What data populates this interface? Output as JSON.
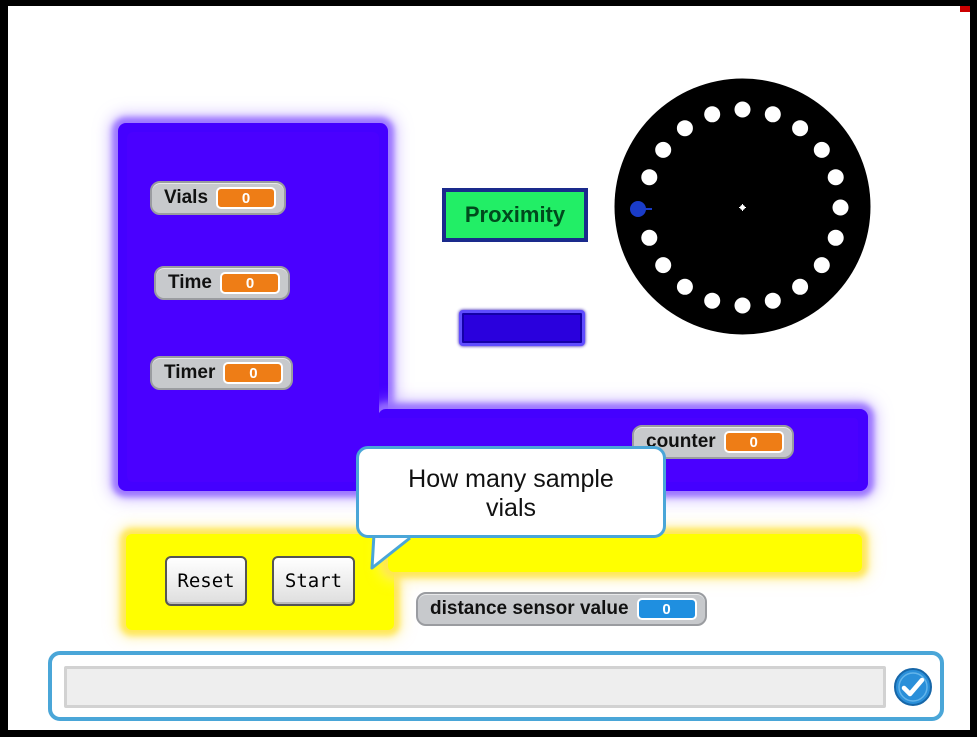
{
  "stage": {
    "monitors": {
      "vials": {
        "label": "Vials",
        "value": "0"
      },
      "time": {
        "label": "Time",
        "value": "0"
      },
      "timer": {
        "label": "Timer",
        "value": "0"
      },
      "counter": {
        "label": "counter",
        "value": "0"
      },
      "distance": {
        "label": "distance sensor value",
        "value": "0"
      }
    },
    "proximity_label": "Proximity",
    "speech_bubble": {
      "line1": "How many sample",
      "line2": "vials"
    },
    "buttons": {
      "reset": "Reset",
      "start": "Start"
    },
    "colors": {
      "purple_panel": "#4a00ff",
      "yellow_panel": "#ffff00",
      "proximity_fill": "#22ee66",
      "value_orange": "#ee7d16",
      "value_blue": "#1f8fe0",
      "accent_blue": "#4aa6d8"
    },
    "icons": {
      "ask_submit": "checkmark-icon",
      "dial": "vial-carousel-dial"
    }
  },
  "ask_prompt": {
    "input_value": "",
    "submit_icon": "checkmark-icon"
  }
}
